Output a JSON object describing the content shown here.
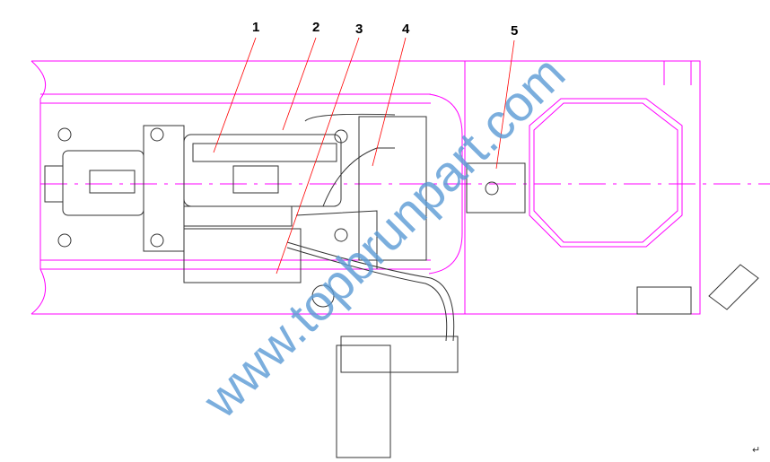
{
  "callouts": [
    "1",
    "2",
    "3",
    "4",
    "5"
  ],
  "watermark": "www.topbrunpart.com",
  "return_mark": "↵",
  "colors": {
    "frame": "#ff00ff",
    "parts": "#333333",
    "leader": "#ff0000",
    "watermark": "#5b9bd5"
  }
}
